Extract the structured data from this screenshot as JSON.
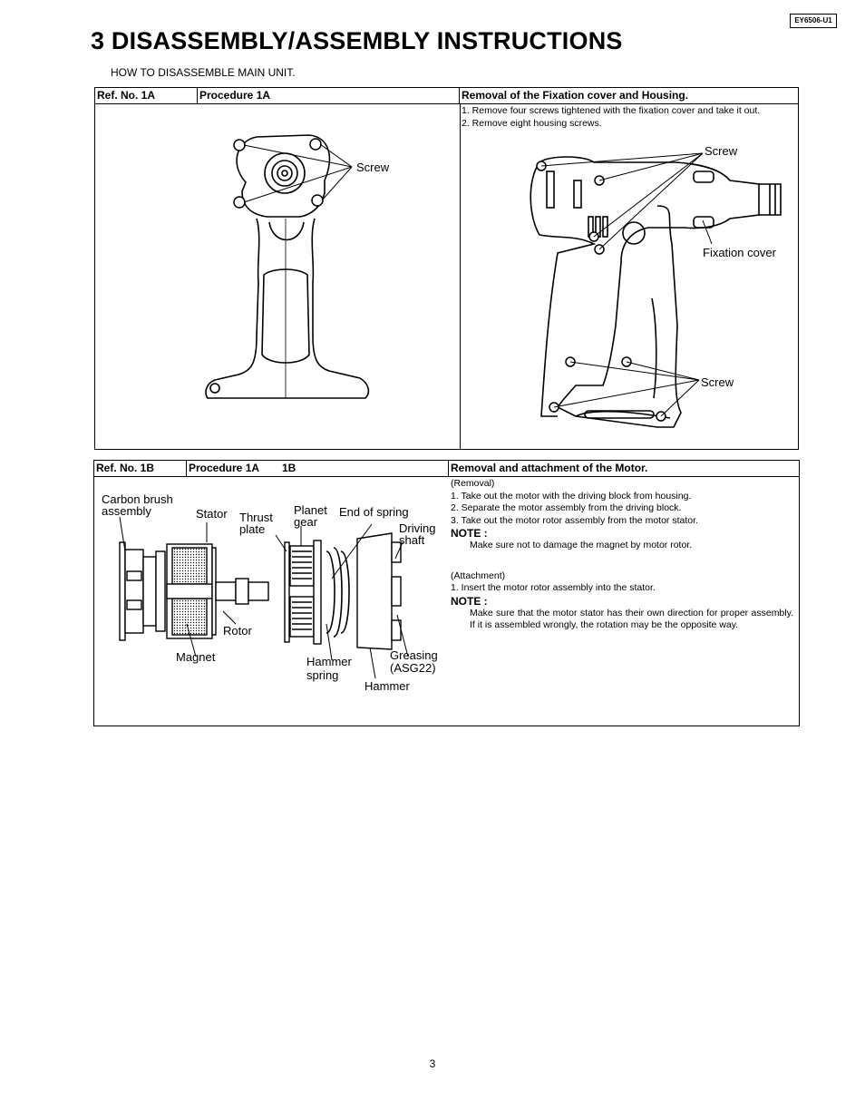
{
  "doc_code": "EY6506-U1",
  "title": "3   DISASSEMBLY/ASSEMBLY INSTRUCTIONS",
  "subtitle": "HOW TO DISASSEMBLE MAIN UNIT.",
  "section_1a": {
    "ref": "Ref. No. 1A",
    "procedure": "Procedure 1A",
    "heading": "Removal of the Fixation cover and Housing.",
    "steps": [
      "1. Remove four screws tightened with the fixation cover and take it out.",
      "2. Remove eight housing screws."
    ],
    "labels": {
      "front_screw": "Screw",
      "side_screw_top": "Screw",
      "fixation_cover": "Fixation cover",
      "side_screw_bottom": "Screw"
    }
  },
  "section_1b": {
    "ref": "Ref. No. 1B",
    "procedure": "Procedure 1A",
    "procedure_b": "1B",
    "heading": "Removal and attachment of the Motor.",
    "removal_title": "(Removal)",
    "removal_steps": [
      "1. Take out the motor with the driving block from housing.",
      "2. Separate the motor assembly from the driving block.",
      "3. Take out the motor rotor assembly from the motor stator."
    ],
    "note_label": "NOTE :",
    "removal_note": "Make sure not to damage the magnet by motor rotor.",
    "attach_title": "(Attachment)",
    "attach_steps": [
      "1. Insert the motor rotor assembly into the stator."
    ],
    "attach_note_label": "NOTE :",
    "attach_note": "Make sure that the motor stator has their own direction for proper assembly. If it is assembled wrongly, the rotation may be the opposite way.",
    "labels": {
      "carbon_brush_1": "Carbon brush",
      "carbon_brush_2": "assembly",
      "stator": "Stator",
      "thrust_1": "Thrust",
      "thrust_2": "plate",
      "planet_1": "Planet",
      "planet_2": "gear",
      "end_of_spring": "End of spring",
      "driving_1": "Driving",
      "driving_2": "shaft",
      "rotor": "Rotor",
      "magnet": "Magnet",
      "hammer_spring_1": "Hammer",
      "hammer_spring_2": "spring",
      "greasing_1": "Greasing",
      "greasing_2": "(ASG22)",
      "hammer": "Hammer"
    }
  },
  "page_number": "3"
}
